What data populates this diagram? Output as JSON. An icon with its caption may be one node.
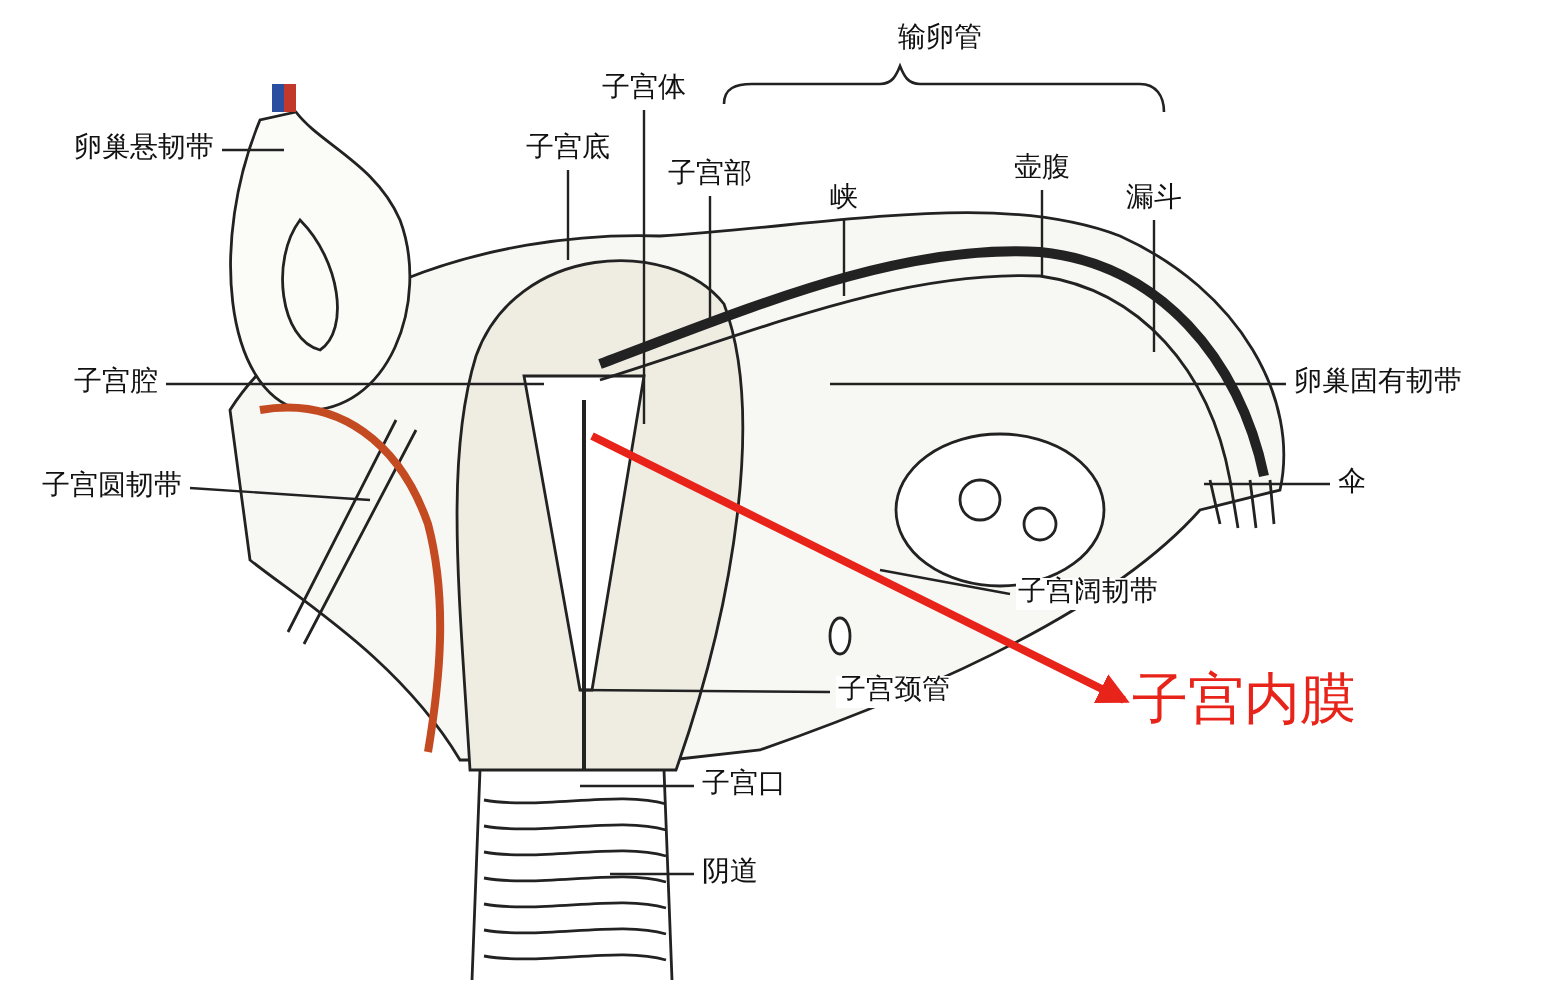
{
  "diagram": {
    "nodes": [
      {
        "text": [
          "卵巢悬韧带"
        ]
      },
      {
        "text": [
          "子宫体"
        ]
      },
      {
        "text": [
          "子宫底"
        ]
      },
      {
        "text": [
          "子宫部"
        ]
      },
      {
        "text": [
          "峡"
        ]
      },
      {
        "text": [
          "壶腹"
        ]
      },
      {
        "text": [
          "漏斗"
        ]
      },
      {
        "text": [
          "子宫腔"
        ]
      },
      {
        "text": [
          "卵巢固有韧带"
        ]
      },
      {
        "text": [
          "子宫圆韧带"
        ]
      },
      {
        "text": [
          "伞"
        ]
      },
      {
        "text": [
          "子宫阔韧带"
        ]
      },
      {
        "text": [
          "子宫颈管"
        ]
      },
      {
        "text": [
          "子宫内膜"
        ]
      },
      {
        "text": [
          "子宫口"
        ]
      },
      {
        "text": [
          "阴道"
        ]
      }
    ],
    "edges": [
      {
        "from": 0,
        "to": null,
        "arrow": "none"
      },
      {
        "from": 1,
        "to": null,
        "arrow": "none"
      },
      {
        "from": 2,
        "to": null,
        "arrow": "none"
      },
      {
        "from": 3,
        "to": null,
        "arrow": "none"
      },
      {
        "from": 4,
        "to": null,
        "arrow": "none"
      },
      {
        "from": 5,
        "to": null,
        "arrow": "none"
      },
      {
        "from": 6,
        "to": null,
        "arrow": "none"
      },
      {
        "from": 7,
        "to": null,
        "arrow": "none"
      },
      {
        "from": 8,
        "to": null,
        "arrow": "none"
      },
      {
        "from": 9,
        "to": null,
        "arrow": "none"
      },
      {
        "from": 10,
        "to": null,
        "arrow": "none"
      },
      {
        "from": 11,
        "to": null,
        "arrow": "none"
      },
      {
        "from": 12,
        "to": null,
        "arrow": "none"
      },
      {
        "from": null,
        "to": 13,
        "arrow": "to",
        "style": "thick",
        "color": "#e8231a"
      },
      {
        "from": 14,
        "to": null,
        "arrow": "none"
      },
      {
        "from": 15,
        "to": null,
        "arrow": "none"
      }
    ],
    "labels": [
      "输卵管"
    ]
  }
}
